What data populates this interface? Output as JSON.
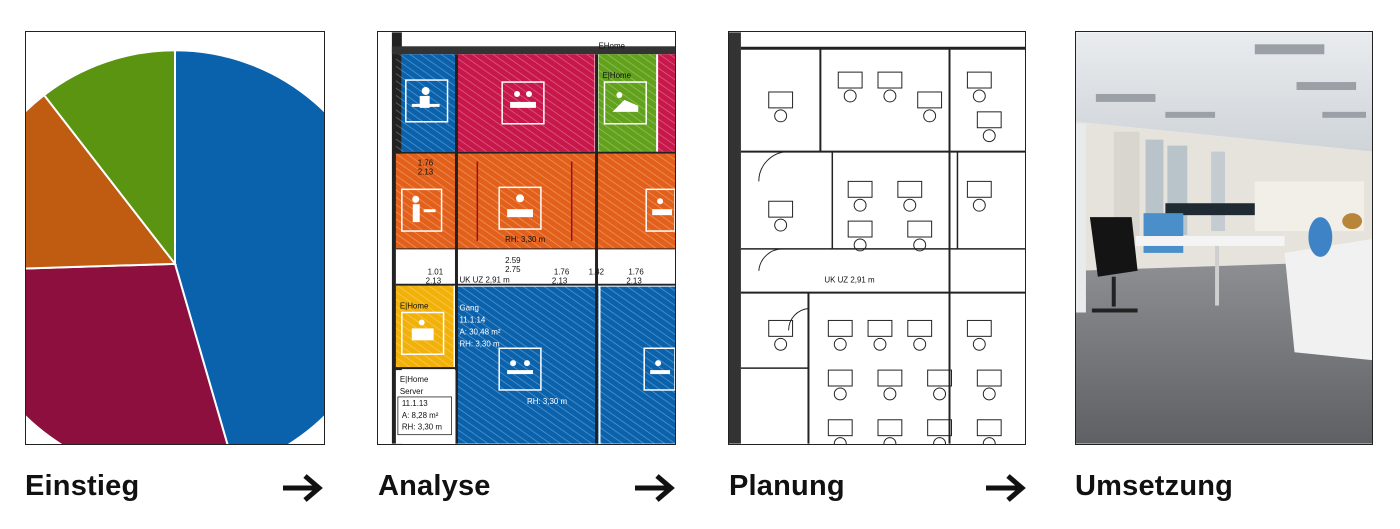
{
  "steps": [
    {
      "label": "Einstieg"
    },
    {
      "label": "Analyse"
    },
    {
      "label": "Planung"
    },
    {
      "label": "Umsetzung"
    }
  ],
  "colors": {
    "blue": "#0a62ad",
    "crimson": "#8c0f3e",
    "orange": "#c05c12",
    "green": "#5b9410",
    "plan_red": "#c8174a",
    "plan_orange": "#e3601a",
    "plan_yellow": "#f2b109",
    "plan_green": "#62a11c"
  },
  "pie": [
    {
      "value": 45.5,
      "color": "#0a62ad"
    },
    {
      "value": 29.0,
      "color": "#8c0f3e"
    },
    {
      "value": 15.0,
      "color": "#c05c12"
    },
    {
      "value": 10.5,
      "color": "#5b9410"
    }
  ],
  "analyse": {
    "room_top": "EHome",
    "dim_row1": "1.76",
    "dim_row1b": "2.13",
    "rh_mid": "RH: 3,30 m",
    "dim_259": "2.59",
    "dim_275": "2.75",
    "dim_101": "1.01",
    "dim_213a": "2.13",
    "dim_176a": "1.76",
    "dim_213b": "2.13",
    "dim_142": "1.42",
    "dim_176b": "1.76",
    "dim_213c": "2.13",
    "uk": "UK UZ 2,91 m",
    "ehome_lower": "E|Home",
    "gang": "Gang",
    "gang_id": "11.1.14",
    "gang_area": "A: 30,48 m²",
    "gang_rh": "RH: 3,30 m",
    "server_title": "E|Home",
    "server_name": "Server",
    "server_id": "11.1.13",
    "server_area": "A: 8,28 m²",
    "server_rh": "RH: 3,30 m",
    "rh_bottom": "RH: 3,30 m",
    "ehome_green": "E|Home"
  },
  "planung": {
    "uk": "UK UZ 2,91 m"
  },
  "icons": [
    "person-at-desk-icon",
    "meeting-table-icon",
    "lounge-chair-icon",
    "standing-desk-icon",
    "conference-icon",
    "workstation-icon",
    "printer-desk-icon",
    "team-desk-icon",
    "arrow-right-icon"
  ]
}
